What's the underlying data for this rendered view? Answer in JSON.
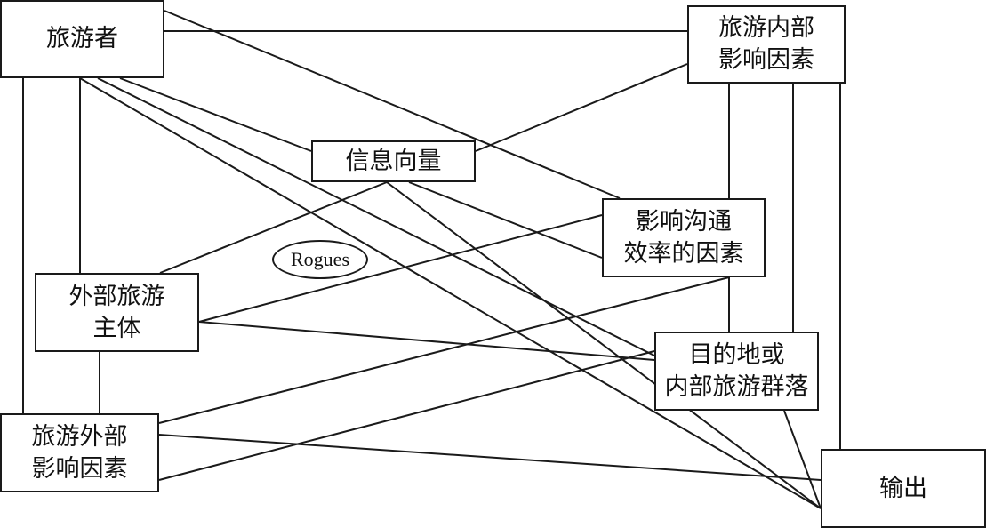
{
  "diagram": {
    "line_color": "#1a1a1a",
    "nodes": {
      "tourist": {
        "label": "旅游者"
      },
      "internal_factors": {
        "label": "旅游内部\n影响因素"
      },
      "info_vector": {
        "label": "信息向量"
      },
      "comm_factors": {
        "label": "影响沟通\n效率的因素"
      },
      "external_subject": {
        "label": "外部旅游\n主体"
      },
      "destination": {
        "label": "目的地或\n内部旅游群落"
      },
      "external_factors": {
        "label": "旅游外部\n影响因素"
      },
      "output": {
        "label": "输出"
      }
    },
    "ellipse": {
      "label": "Rogues"
    },
    "edges": [
      [
        "tourist",
        "internal_factors"
      ],
      [
        "tourist",
        "comm_factors"
      ],
      [
        "tourist",
        "info_vector"
      ],
      [
        "tourist",
        "destination"
      ],
      [
        "tourist",
        "output"
      ],
      [
        "tourist",
        "external_subject"
      ],
      [
        "tourist",
        "external_factors"
      ],
      [
        "info_vector",
        "internal_factors"
      ],
      [
        "info_vector",
        "comm_factors"
      ],
      [
        "info_vector",
        "external_subject"
      ],
      [
        "info_vector",
        "output"
      ],
      [
        "internal_factors",
        "destination"
      ],
      [
        "internal_factors",
        "output"
      ],
      [
        "comm_factors",
        "external_subject"
      ],
      [
        "comm_factors",
        "external_factors"
      ],
      [
        "comm_factors",
        "destination"
      ],
      [
        "external_subject",
        "destination"
      ],
      [
        "external_subject",
        "external_factors"
      ],
      [
        "destination",
        "external_factors"
      ],
      [
        "destination",
        "output"
      ],
      [
        "external_factors",
        "output"
      ]
    ]
  }
}
